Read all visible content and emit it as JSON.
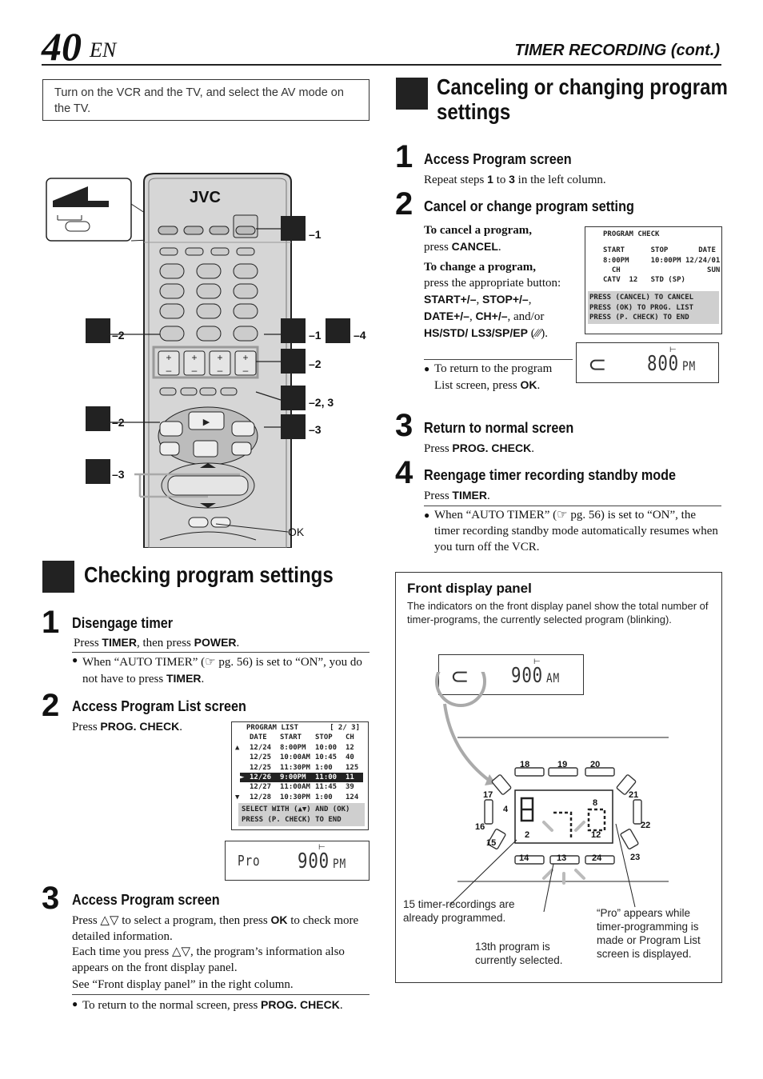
{
  "header": {
    "page_number": "40",
    "page_suffix": "EN",
    "section_title": "TIMER RECORDING (cont.)"
  },
  "intro_box": "Turn on the VCR and the TV, and select the AV mode on the TV.",
  "remote": {
    "brand": "JVC",
    "callouts": [
      "–1",
      "–2",
      "–1",
      "–4",
      "–2",
      "–2",
      "–2, 3",
      "–3",
      "–3"
    ],
    "ok_label": "OK"
  },
  "checking": {
    "title": "Checking program settings",
    "step1": {
      "num": "1",
      "head": "Disengage timer",
      "text_parts": [
        "Press ",
        "TIMER",
        ", then press ",
        "POWER",
        "."
      ],
      "note_parts": [
        "When “AUTO TIMER” (☞ pg. 56) is set to “ON”, you do not have to press ",
        "TIMER",
        "."
      ]
    },
    "step2": {
      "num": "2",
      "head": "Access Program List screen",
      "text_parts": [
        "Press ",
        "PROG. CHECK",
        "."
      ]
    },
    "program_list": {
      "title": "PROGRAM LIST",
      "page": "[ 2/ 3]",
      "headers": [
        "DATE",
        "START",
        "STOP",
        "CH"
      ],
      "rows": [
        {
          "mark": "▲",
          "date": "12/24",
          "start": "8:00PM",
          "stop": "10:00",
          "ch": "12"
        },
        {
          "mark": "",
          "date": "12/25",
          "start": "10:00AM",
          "stop": "10:45",
          "ch": "40"
        },
        {
          "mark": "",
          "date": "12/25",
          "start": "11:30PM",
          "stop": "1:00",
          "ch": "125"
        },
        {
          "mark": "►",
          "date": "12/26",
          "start": "9:00PM",
          "stop": "11:00",
          "ch": "11"
        },
        {
          "mark": "",
          "date": "12/27",
          "start": "11:00AM",
          "stop": "11:45",
          "ch": "39"
        },
        {
          "mark": "▼",
          "date": "12/28",
          "start": "10:30PM",
          "stop": "1:00",
          "ch": "124"
        }
      ],
      "footer1": "SELECT WITH (▲▼) AND (OK)",
      "footer2": "PRESS (P. CHECK) TO END"
    },
    "display1": {
      "left": "Pro",
      "time": "900",
      "ampm": "PM"
    },
    "step3": {
      "num": "3",
      "head": "Access Program screen",
      "line1_parts": [
        "Press △▽ to select a program, then press ",
        "OK",
        " to check more detailed information."
      ],
      "line2": "Each time you press △▽, the program’s information also appears on the front display panel.",
      "line3": "See “Front display panel” in the right column.",
      "note_parts": [
        "To return to the normal screen, press ",
        "PROG. CHECK",
        "."
      ]
    }
  },
  "canceling": {
    "title_line1": "Canceling or changing program",
    "title_line2": "settings",
    "step1": {
      "num": "1",
      "head": "Access Program screen",
      "text_parts": [
        "Repeat steps ",
        "1",
        " to ",
        "3",
        " in the left column."
      ]
    },
    "step2": {
      "num": "2",
      "head": "Cancel or change program setting",
      "cancel_head": "To cancel a program,",
      "cancel_parts": [
        "press ",
        "CANCEL",
        "."
      ],
      "change_head": "To change a program,",
      "change_parts": [
        "press the appropriate button: ",
        "START+/–",
        ", ",
        "STOP+/–",
        ", ",
        "DATE+/–",
        ", ",
        "CH+/–",
        ", and/or ",
        "HS/STD/ LS3/SP/EP",
        " (",
        "⁄⁄⁄",
        ")."
      ],
      "note_parts": [
        "To return to the program List screen, press ",
        "OK",
        "."
      ]
    },
    "program_check": {
      "title": "PROGRAM CHECK",
      "l1": "START      STOP       DATE",
      "l2": "8:00PM     10:00PM 12/24/01",
      "l3": "  CH                    SUN",
      "l4": "CATV  12   STD (SP)",
      "f1": "PRESS (CANCEL) TO CANCEL",
      "f2": "PRESS (OK) TO PROG. LIST",
      "f3": "PRESS (P. CHECK) TO END"
    },
    "display2": {
      "time": "800",
      "ampm": "PM"
    },
    "step3": {
      "num": "3",
      "head": "Return to normal screen",
      "text_parts": [
        "Press ",
        "PROG. CHECK",
        "."
      ]
    },
    "step4": {
      "num": "4",
      "head": "Reengage timer recording standby mode",
      "text_parts": [
        "Press ",
        "TIMER",
        "."
      ],
      "note": "When “AUTO TIMER” (☞ pg. 56) is set to “ON”, the timer recording standby mode automatically resumes when you turn off the VCR."
    }
  },
  "front_panel": {
    "title": "Front display panel",
    "desc": "The indicators on the front display panel show the total number of timer-programs, the currently selected program (blinking).",
    "display3": {
      "time": "900",
      "ampm": "AM"
    },
    "numbers": [
      "18",
      "19",
      "20",
      "17",
      "21",
      "16",
      "22",
      "15",
      "23",
      "14",
      "13",
      "24",
      "4",
      "8",
      "2",
      "12"
    ],
    "caption1": "15 timer-recordings are already programmed.",
    "caption2": "13th program is currently selected.",
    "caption3": "“Pro” appears while timer-programming is made or Program List screen is displayed."
  }
}
